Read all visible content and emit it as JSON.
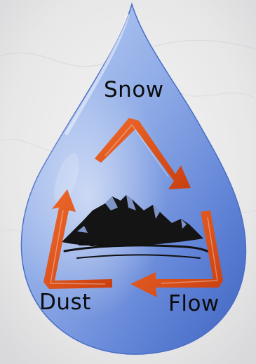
{
  "diagram": {
    "labels": {
      "top": "Snow",
      "bottom_left": "Dust",
      "bottom_right": "Flow"
    },
    "icons": {
      "background": "marble-texture",
      "container": "water-drop-icon",
      "center": "mountain-landscape-icon",
      "cycle": "cycle-arrows-icon"
    },
    "colors": {
      "background": "#e9e9ea",
      "drop_light": "#a9c0ee",
      "drop_dark": "#3d63c2",
      "arrow": "#e2531b",
      "mountain": "#111111",
      "text": "#0b0b0b"
    }
  }
}
